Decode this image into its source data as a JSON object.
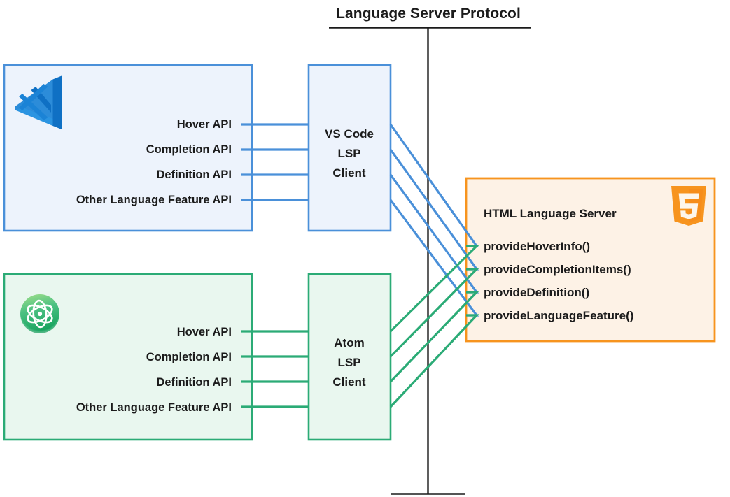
{
  "diagram": {
    "title": "Language Server Protocol",
    "protocol_axis": {
      "top_rule": true,
      "bottom_rule": true,
      "vertical_line": true
    },
    "colors": {
      "vscode_blue": "#4a90d9",
      "vscode_logo_blue": "#0f70c4",
      "vscode_fill": "#edf3fc",
      "atom_green": "#2bab76",
      "atom_fill": "#e9f7ef",
      "html_orange": "#f7941e",
      "html_fill": "#fdf2e6",
      "axis_black": "#1b1b1b",
      "text_black": "#1b1b1b"
    },
    "editors": [
      {
        "id": "vscode",
        "logo": "vscode-logo",
        "apis": [
          "Hover API",
          "Completion API",
          "Definition API",
          "Other Language Feature API"
        ],
        "client": {
          "lines": [
            "VS Code",
            "LSP",
            "Client"
          ]
        }
      },
      {
        "id": "atom",
        "logo": "atom-logo",
        "apis": [
          "Hover API",
          "Completion API",
          "Definition API",
          "Other Language Feature API"
        ],
        "client": {
          "lines": [
            "Atom",
            "LSP",
            "Client"
          ]
        }
      }
    ],
    "server": {
      "id": "html-language-server",
      "title": "HTML Language Server",
      "logo": "html5-logo",
      "methods": [
        "provideHoverInfo()",
        "provideCompletionItems()",
        "provideDefinition()",
        "provideLanguageFeature()"
      ]
    }
  }
}
